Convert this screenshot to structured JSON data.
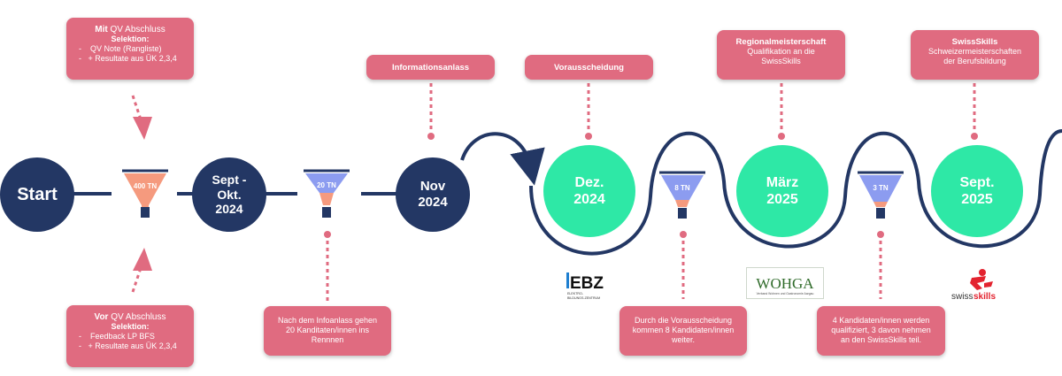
{
  "steps": {
    "start": "Start",
    "sept_okt": [
      "Sept -",
      "Okt.",
      "2024"
    ],
    "nov": [
      "Nov",
      "2024"
    ],
    "dez": [
      "Dez.",
      "2024"
    ],
    "maerz": [
      "März",
      "2025"
    ],
    "sept": [
      "Sept.",
      "2025"
    ]
  },
  "funnels": {
    "f1": "400 TN",
    "f2": "20 TN",
    "f3": "8 TN",
    "f4": "3 TN"
  },
  "boxes": {
    "mit": {
      "title_bold": "Mit",
      "title_rest": " QV Abschluss",
      "selektion": "Selektion:",
      "items": [
        "QV Note (Rangliste)",
        "+ Resultate aus ÜK 2,3,4"
      ]
    },
    "vor": {
      "title_bold": "Vor",
      "title_rest": " QV Abschluss",
      "selektion": "Selektion:",
      "items": [
        "Feedback LP BFS",
        "+ Resultate aus ÜK 2,3,4"
      ]
    },
    "informationsanlass": "Informationsanlass",
    "vorausscheidung": "Vorausscheidung",
    "regional": {
      "title": "Regionalmeisterschaft",
      "line1": "Qualifikation an die",
      "line2": "SwissSkills"
    },
    "swissskills": {
      "title": "SwissSkills",
      "line1": "Schweizermeisterschaften",
      "line2": "der Berufsbildung"
    },
    "infoanlass_note": [
      "Nach dem Infoanlass gehen",
      "20 Kanditaten/innen ins",
      "Rennnen"
    ],
    "vorausscheidung_note": [
      "Durch die Vorausscheidung",
      "kommen 8 Kandidaten/innen",
      "weiter."
    ],
    "kandidaten_note": [
      "4 Kandidaten/innen werden",
      "qualifiziert, 3 davon nehmen",
      "an den SwissSkills teil."
    ]
  },
  "logos": {
    "ebz": {
      "mark": "EBZ",
      "sub1": "ELEKTRO-",
      "sub2": "BILDUNGS-ZENTRUM"
    },
    "wohga": {
      "mark": "WOHGA",
      "sub": "Verband Wohnen und Gastronomie Aargau"
    },
    "swissskills": {
      "word1": "swiss",
      "word2": "skills"
    }
  },
  "colors": {
    "navy": "#233764",
    "mint": "#2ee8a6",
    "pink": "#e06b80",
    "funnel_orange": "#f59a7e",
    "funnel_blue": "#8c9cf0"
  }
}
